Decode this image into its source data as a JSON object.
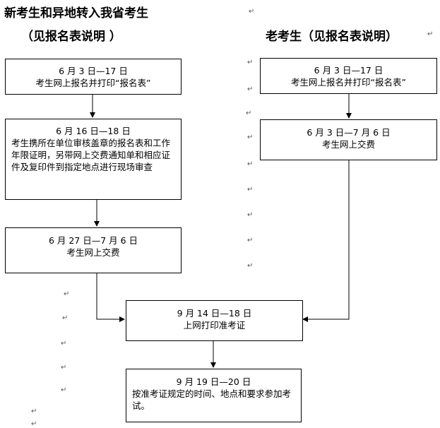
{
  "titles": {
    "new_title": "新考生和异地转入我省考生",
    "new_subtitle": "（见报名表说明 ）",
    "old_title": "老考生（见报名表说明）"
  },
  "left": {
    "box1": {
      "date": "6 月 3 日—17 日",
      "text": "考生网上报名并打印“报名表”"
    },
    "box2": {
      "date": "6 月 16 日—18 日",
      "text": "考生携所在单位审核盖章的报名表和工作年限证明，另带网上交费通知单和相应证件及复印件到指定地点进行现场审查"
    },
    "box3": {
      "date": "6 月 27 日—7 月 6 日",
      "text": "考生网上交费"
    }
  },
  "right": {
    "box1": {
      "date": "6 月 3 日—17 日",
      "text": "考生网上报名并打印“报名表”"
    },
    "box2": {
      "date": "6 月 3 日—7 月 6 日",
      "text": "考生网上交费"
    }
  },
  "bottom": {
    "box1": {
      "date": "9 月 14 日—18 日",
      "text": "上网打印准考证"
    },
    "box2": {
      "date": "9 月 19 日—20 日",
      "text": "按准考证规定的时间、地点和要求参加考试。"
    }
  },
  "para_mark": "↵"
}
